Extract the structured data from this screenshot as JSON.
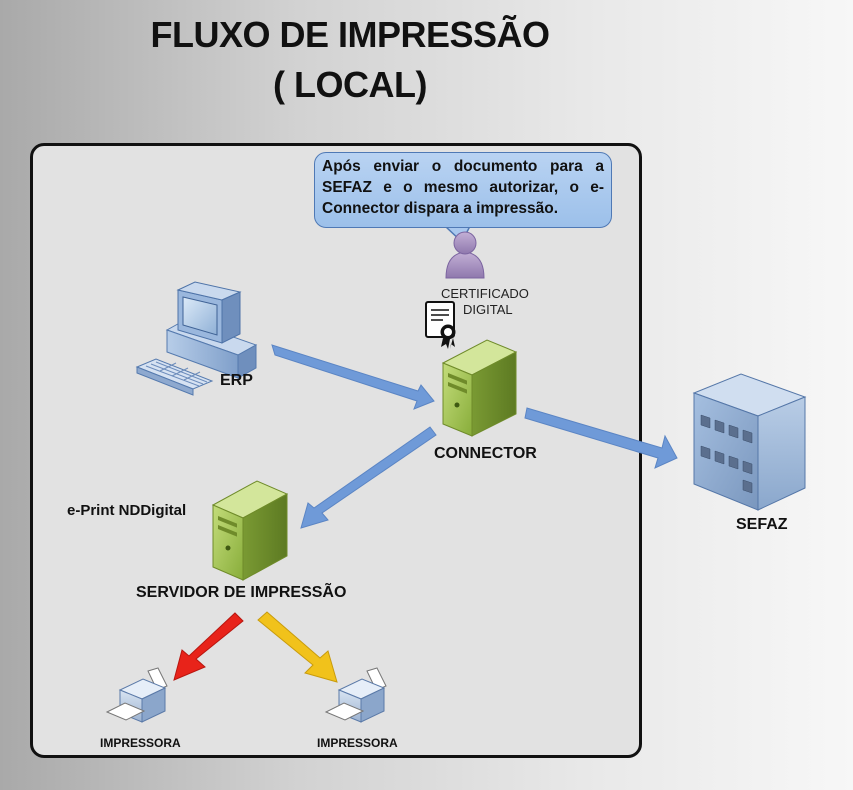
{
  "title": {
    "line1": "FLUXO DE IMPRESSÃO",
    "line2": "( LOCAL)"
  },
  "bubble_text": "Após enviar o documento para a SEFAZ e o mesmo  autorizar, o e-Connector dispara a impressão.",
  "nodes": {
    "certificado_line1": "CERTIFICADO",
    "certificado_line2": "DIGITAL",
    "erp": "ERP",
    "connector": "CONNECTOR",
    "eprint": "e-Print NDDigital",
    "servidor": "SERVIDOR DE IMPRESSÃO",
    "sefaz": "SEFAZ",
    "impressora_left": "IMPRESSORA",
    "impressora_right": "IMPRESSORA"
  },
  "colors": {
    "arrow_blue": "#6f9ad8",
    "arrow_red": "#e8231a",
    "arrow_yellow": "#f1c21b",
    "server_green": "#9cc049",
    "bubble_fill": "#a9c8ee"
  }
}
